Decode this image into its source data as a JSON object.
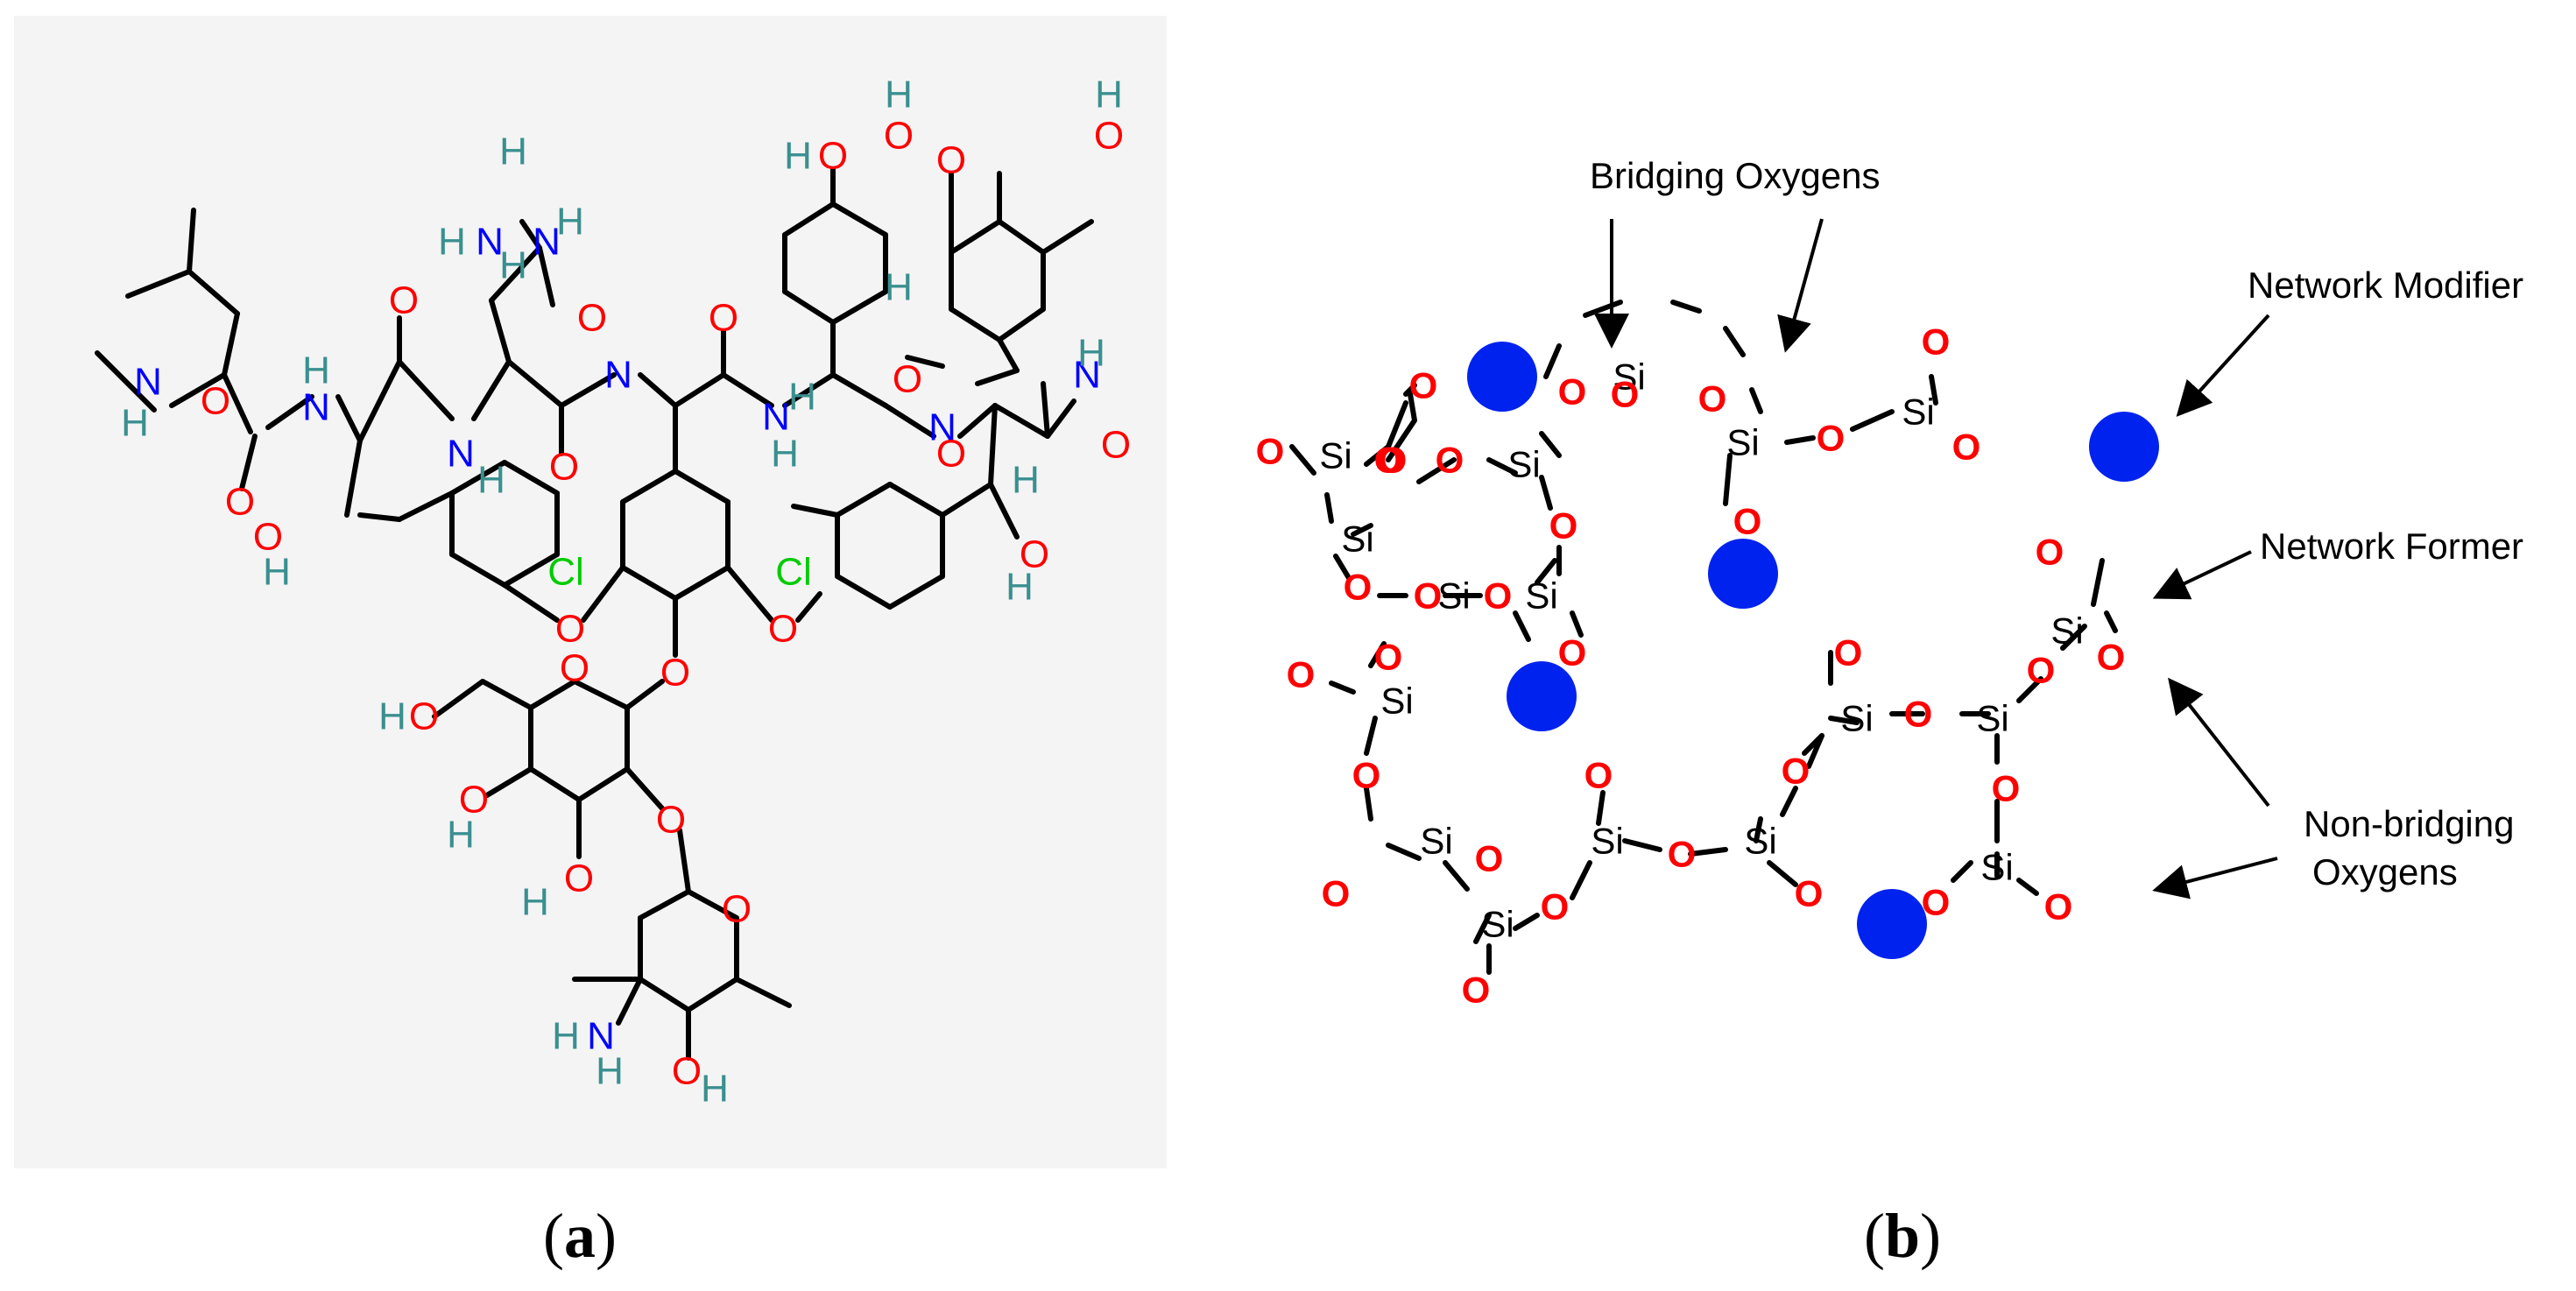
{
  "captions": {
    "a": "(a)",
    "b": "(b)",
    "a_letter": "a",
    "b_letter": "b"
  },
  "colors": {
    "oxygen": "#ff0000",
    "nitrogen": "#0000ff",
    "chlorine": "#00cc00",
    "hydrogen": "#3a8f8f",
    "modifier": "#0022ee",
    "bond": "#000000",
    "panel_a_bg": "#f4f4f4"
  },
  "molecule": {
    "atom_labels": {
      "nh2_top": "NH2",
      "cl_left": "Cl",
      "cl_right": "Cl",
      "o": "O",
      "n": "N",
      "h": "H",
      "nh": "NH"
    }
  },
  "network": {
    "si": "Si",
    "o": "O",
    "minus": "−",
    "annotations": {
      "bridging": "Bridging Oxygens",
      "modifier": "Network Modifier",
      "former": "Network Former",
      "nonbridging_1": "Non-bridging",
      "nonbridging_2": "Oxygens"
    }
  }
}
